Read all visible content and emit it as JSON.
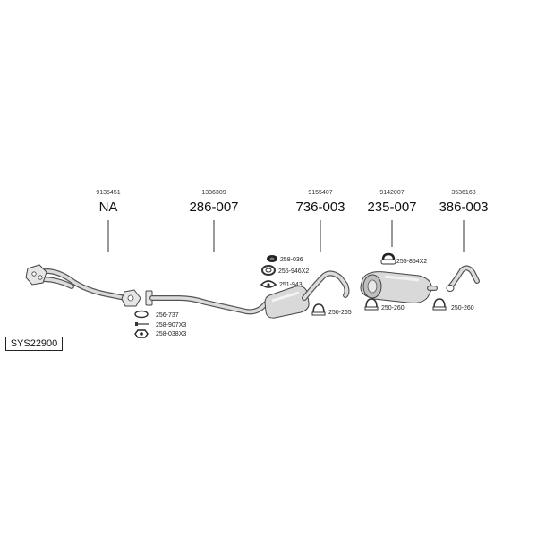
{
  "system_code": "SYS22900",
  "parts": [
    {
      "oem": "9135451",
      "part_no": "NA"
    },
    {
      "oem": "1336309",
      "part_no": "286-007"
    },
    {
      "oem": "9155407",
      "part_no": "736-003"
    },
    {
      "oem": "9142007",
      "part_no": "235-007"
    },
    {
      "oem": "3536168",
      "part_no": "386-003"
    }
  ],
  "accessories": [
    {
      "code": "258-036",
      "icon": "rubber-hanger-icon"
    },
    {
      "code": "255-946X2",
      "icon": "mounting-ring-icon"
    },
    {
      "code": "251-943",
      "icon": "pipe-clamp-icon"
    },
    {
      "code": "250-265",
      "icon": "u-bolt-clamp-icon"
    },
    {
      "code": "255-854X2",
      "icon": "rubber-hanger-icon"
    },
    {
      "code": "250-260",
      "icon": "u-bolt-clamp-icon"
    },
    {
      "code": "250-260",
      "icon": "u-bolt-clamp-icon"
    },
    {
      "code": "256-737",
      "icon": "gasket-ring-icon"
    },
    {
      "code": "258-907X3",
      "icon": "bolt-icon"
    },
    {
      "code": "258-038X3",
      "icon": "nut-icon"
    }
  ]
}
